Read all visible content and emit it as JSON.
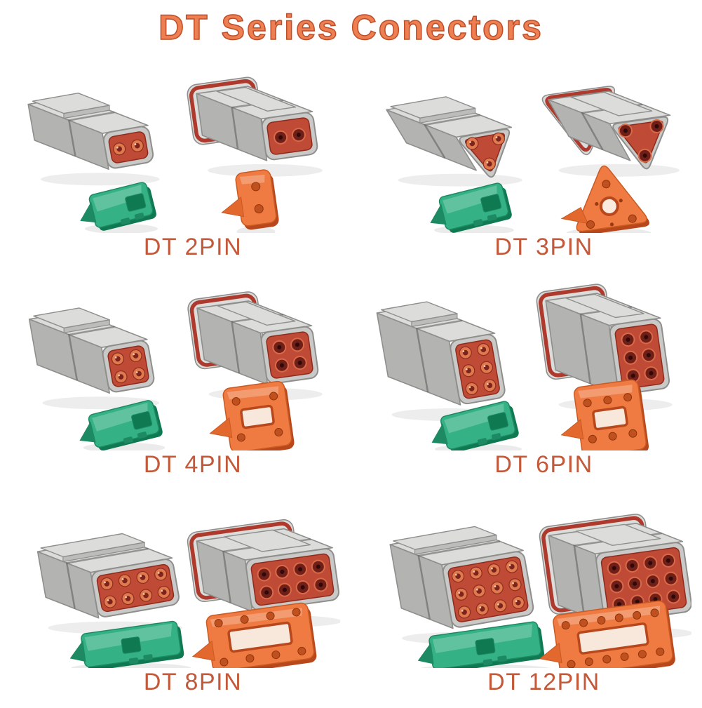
{
  "title": "DT Series Conectors",
  "products": [
    {
      "label": "DT 2PIN",
      "pins": 2,
      "grid": [
        2,
        1
      ],
      "face": "square"
    },
    {
      "label": "DT 3PIN",
      "pins": 3,
      "grid": [
        1,
        1
      ],
      "face": "triangle"
    },
    {
      "label": "DT 4PIN",
      "pins": 4,
      "grid": [
        2,
        2
      ],
      "face": "square"
    },
    {
      "label": "DT 6PIN",
      "pins": 6,
      "grid": [
        2,
        3
      ],
      "face": "square"
    },
    {
      "label": "DT 8PIN",
      "pins": 8,
      "grid": [
        4,
        2
      ],
      "face": "wide"
    },
    {
      "label": "DT 12PIN",
      "pins": 12,
      "grid": [
        4,
        3
      ],
      "face": "wide"
    }
  ],
  "components": {
    "receptacle": "gray-male-receptacle",
    "plug": "gray-female-plug-with-seal",
    "green_wedge": "green-wedgelock",
    "orange_wedge": "orange-wedgelock"
  },
  "colors": {
    "background": "#ffffff",
    "title_fill": "#ee7f52",
    "title_outline": "#bd4e28",
    "label_text": "#c4593a",
    "housing_gray": "#c9c9c7",
    "housing_gray_top": "#dcdcda",
    "housing_gray_side": "#b3b3b1",
    "housing_stroke": "#8e8e8c",
    "rear_cap": "#d6d6d4",
    "seal_red": "#ad3a2c",
    "insert_red": "#bf4a36",
    "insert_dark": "#8f2b1d",
    "contact_orange": "#e0794e",
    "socket_dark": "#6f1e18",
    "wedge_green": "#35b186",
    "wedge_green_dark": "#1d8a63",
    "wedge_green_deep": "#0f7a52",
    "wedge_orange": "#ef7a42",
    "wedge_orange_dark": "#c95a22",
    "wedge_orange_deep": "#b8481c"
  }
}
